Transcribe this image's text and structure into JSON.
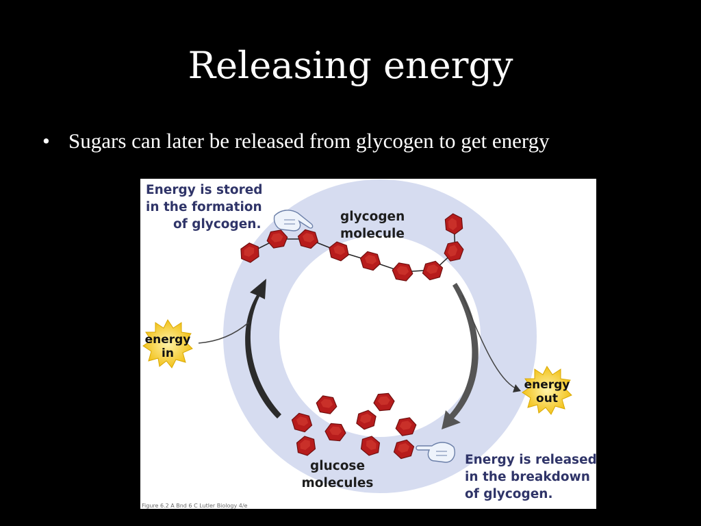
{
  "slide": {
    "title": "Releasing energy",
    "bullet": "Sugars can later be released from glycogen to get energy"
  },
  "figure": {
    "stored_note": [
      "Energy is stored",
      "in the formation",
      "of glycogen."
    ],
    "released_note": [
      "Energy is released",
      "in the breakdown",
      "of glycogen."
    ],
    "glycogen_label": [
      "glycogen",
      "molecule"
    ],
    "glucose_label": [
      "glucose",
      "molecules"
    ],
    "energy_in": [
      "energy",
      "in"
    ],
    "energy_out": [
      "energy",
      "out"
    ],
    "credit": "Figure 6.2 A Bnd 6 C Lutler Biology 4/e",
    "icons": [
      "pointing-hand-icon",
      "starburst-icon",
      "hexagon-icon",
      "curved-arrow-icon"
    ],
    "colors": {
      "ring": "#d6dcf0",
      "hexagon": "#b71c1c",
      "hexagon_highlight": "#e04a3a",
      "starburst": "#f7d23a",
      "arrow": "#2b2b2b",
      "note_text": "#2f3468"
    }
  }
}
